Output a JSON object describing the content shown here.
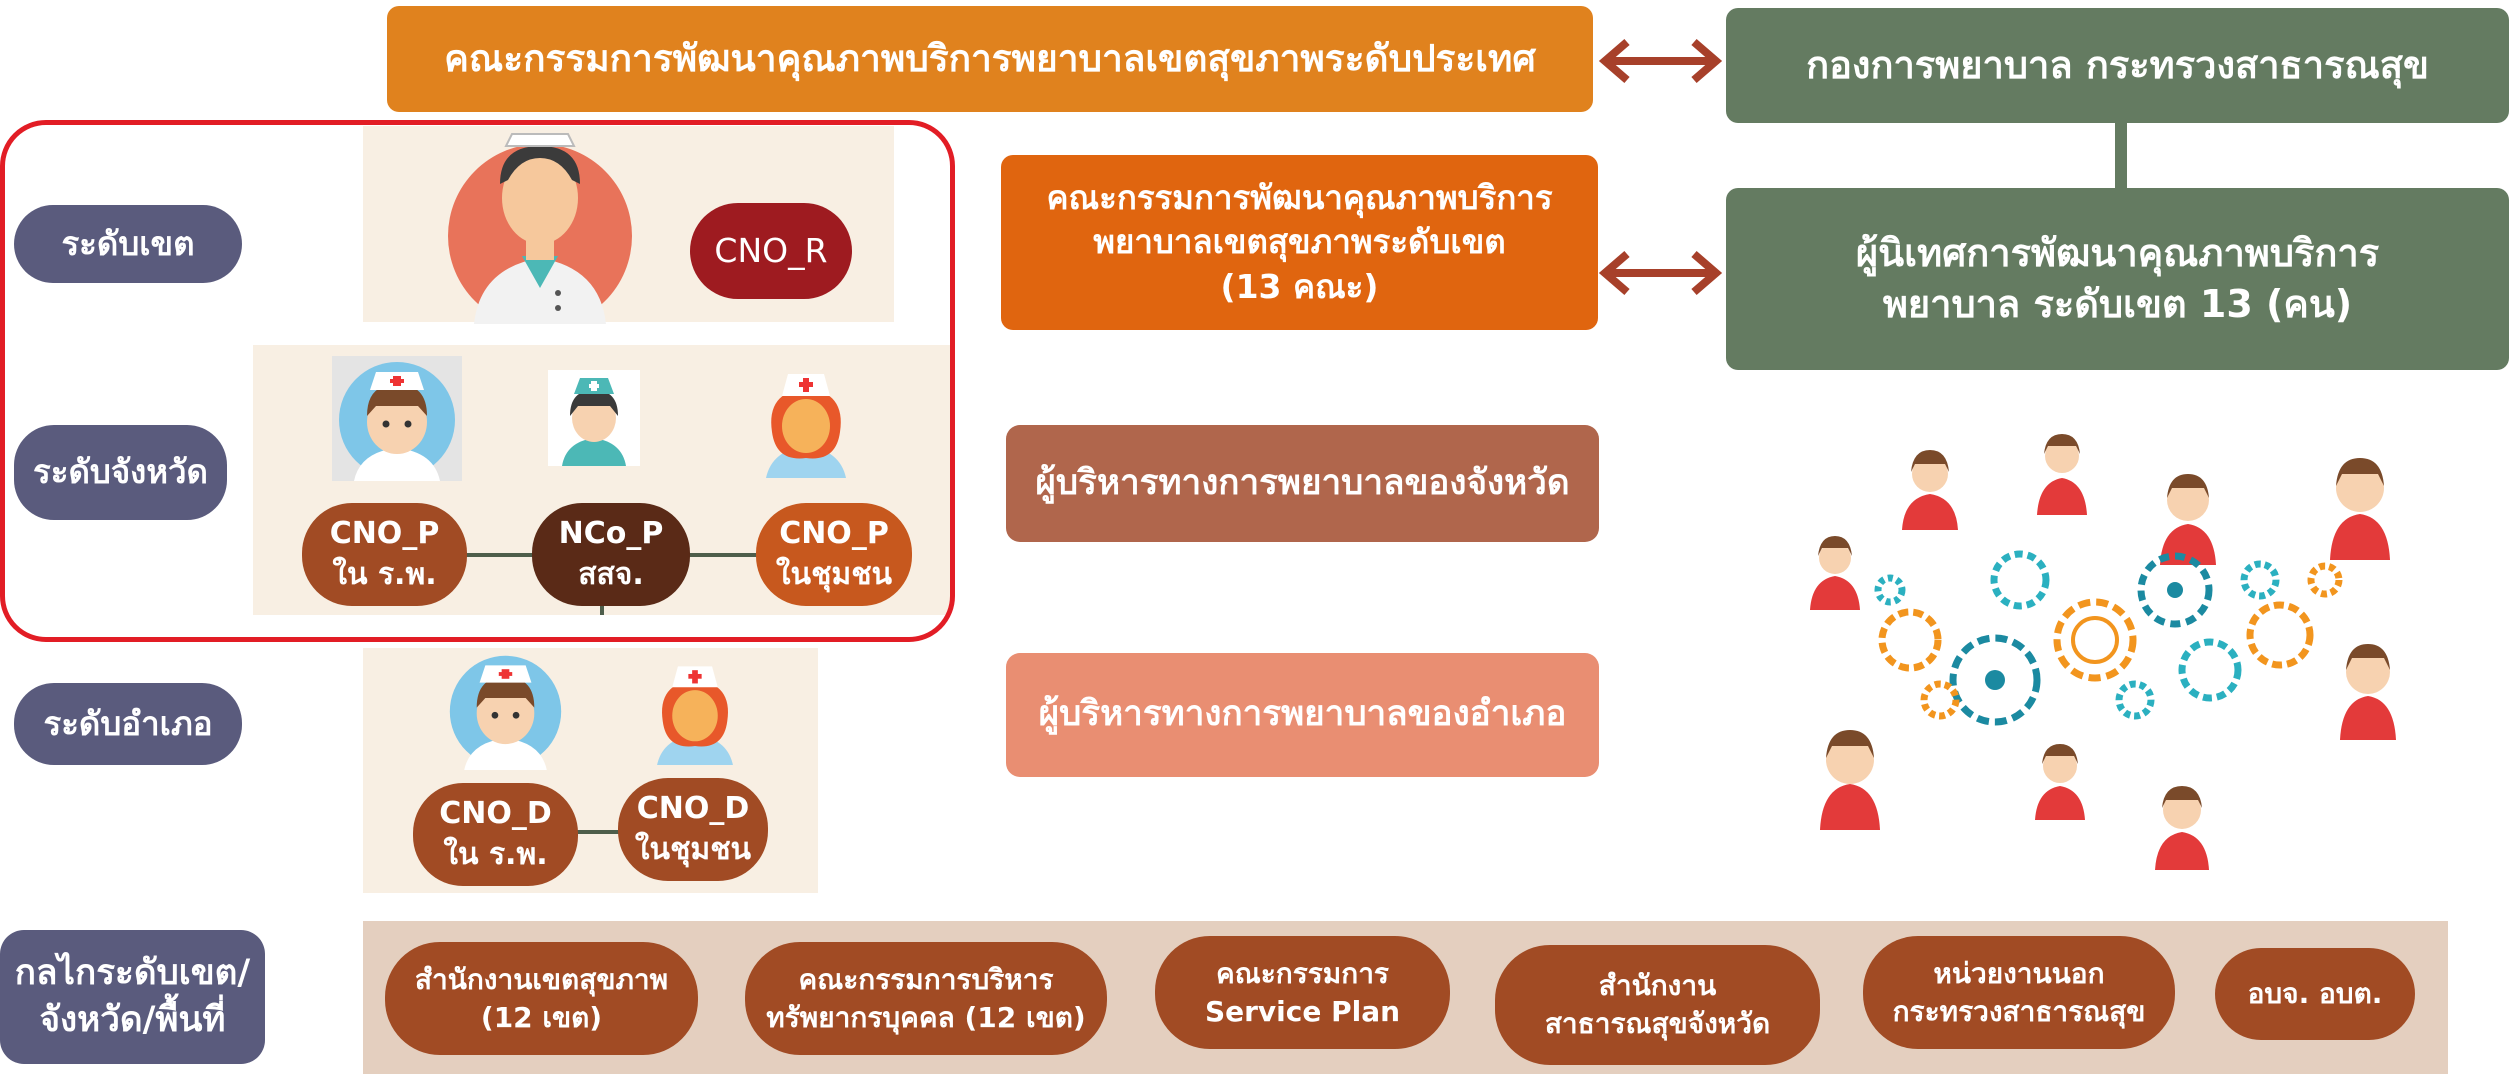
{
  "top": {
    "national_committee": "คณะกรรมการพัฒนาคุณภาพบริการพยาบาลเขตสุขภาพระดับประเทศ",
    "nursing_division": "กองการพยาบาล กระทรวงสาธารณสุข",
    "regional_committee_lines": [
      "คณะกรรมการพัฒนาคุณภาพบริการ",
      "พยาบาลเขตสุขภาพระดับเขต",
      "(13 คณะ)"
    ],
    "supervisor_lines": [
      "ผู้นิเทศการพัฒนาคุณภาพบริการ",
      "พยาบาล ระดับเขต 13 (คน)"
    ],
    "provincial_admin": "ผู้บริหารทางการพยาบาลของจังหวัด",
    "district_admin": "ผู้บริหารทางการพยาบาลของอำเภอ"
  },
  "levels": {
    "region": "ระดับเขต",
    "province": "ระดับจังหวัด",
    "district": "ระดับอำเภอ",
    "mechanism_lines": [
      "กลไกระดับเขต/",
      "จังหวัด/พื้นที่"
    ]
  },
  "roles": {
    "cno_r": "CNO_R",
    "cno_p_hospital": [
      "CNO_P",
      "ใน ร.พ."
    ],
    "nco_p": [
      "NCo_P",
      "สสจ."
    ],
    "cno_p_community": [
      "CNO_P",
      "ในชุมชน"
    ],
    "cno_d_hospital": [
      "CNO_D",
      "ใน ร.พ."
    ],
    "cno_d_community": [
      "CNO_D",
      "ในชุมชน"
    ]
  },
  "mechanisms": [
    [
      "สำนักงานเขตสุขภาพ",
      "(12 เขต)"
    ],
    [
      "คณะกรรมการบริหาร",
      "ทรัพยากรบุคคล (12 เขต)"
    ],
    [
      "คณะกรรมการ",
      "Service Plan"
    ],
    [
      "สำนักงาน",
      "สาธารณสุขจังหวัด"
    ],
    [
      "หน่วยงานนอก",
      "กระทรวงสาธารณสุข"
    ],
    [
      "อบจ. อบต."
    ]
  ],
  "colors": {
    "national": "#e0821e",
    "green": "#647b61",
    "regional": "#e0650f",
    "provincial": "#b0664c",
    "district": "#e98e72",
    "level": "#5a5b7d",
    "frame": "#e21d25",
    "role_brown": "#a14b24",
    "role_dark": "#5a2a17",
    "arrow": "#a7402a"
  }
}
